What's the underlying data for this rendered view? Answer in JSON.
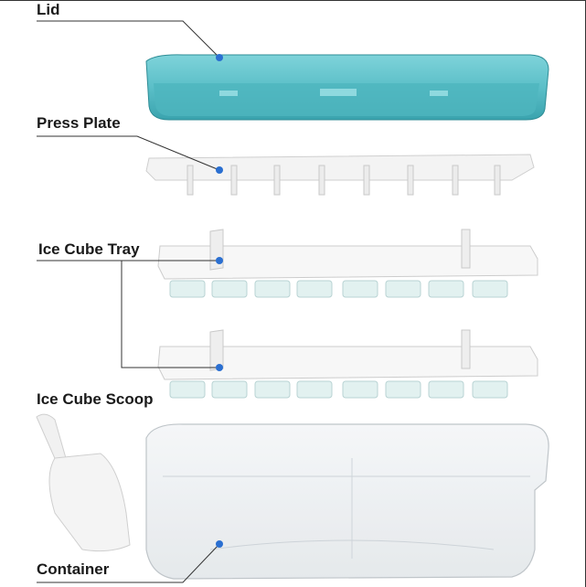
{
  "labels": {
    "lid": "Lid",
    "press_plate": "Press Plate",
    "ice_cube_tray": "Ice Cube Tray",
    "ice_cube_scoop": "Ice Cube Scoop",
    "container": "Container"
  },
  "colors": {
    "lid": "#5bbfc8",
    "lid_dark": "#3aa3ae",
    "plate": "#f2f2f2",
    "tray": "#f7f7f7",
    "tray_cell": "#dff0ef",
    "leader": "#333333",
    "dot": "#2a6fd1"
  }
}
